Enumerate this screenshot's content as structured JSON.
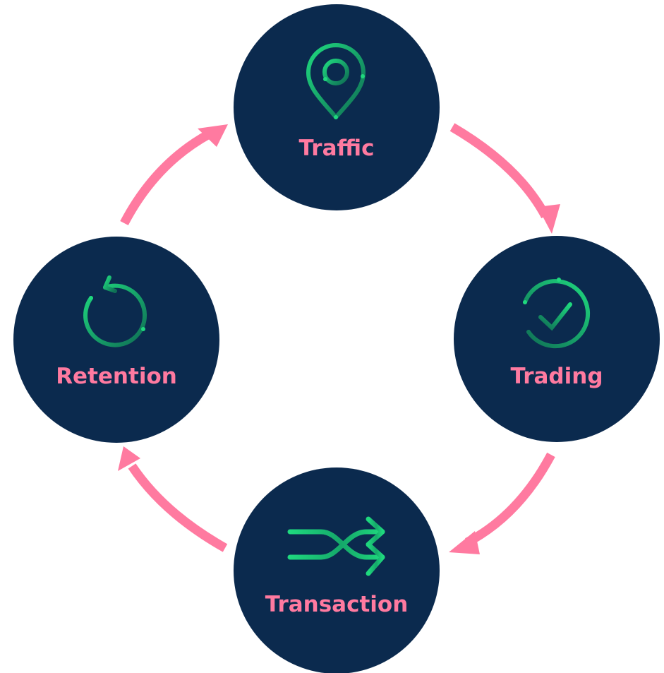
{
  "diagram": {
    "type": "cycle",
    "colors": {
      "node_fill": "#0b2a4e",
      "label": "#ff7aa0",
      "arrow": "#ff7aa0",
      "icon_light": "#1fd87e",
      "icon_dark": "#0f7a55",
      "background": "#ffffff"
    },
    "nodes": [
      {
        "id": "traffic",
        "label": "Traffic",
        "icon": "location-pin-icon"
      },
      {
        "id": "trading",
        "label": "Trading",
        "icon": "check-circle-icon"
      },
      {
        "id": "transaction",
        "label": "Transaction",
        "icon": "shuffle-arrows-icon"
      },
      {
        "id": "retention",
        "label": "Retention",
        "icon": "refresh-icon"
      }
    ],
    "edges": [
      {
        "from": "traffic",
        "to": "trading"
      },
      {
        "from": "trading",
        "to": "transaction"
      },
      {
        "from": "transaction",
        "to": "retention"
      },
      {
        "from": "retention",
        "to": "traffic"
      }
    ]
  }
}
